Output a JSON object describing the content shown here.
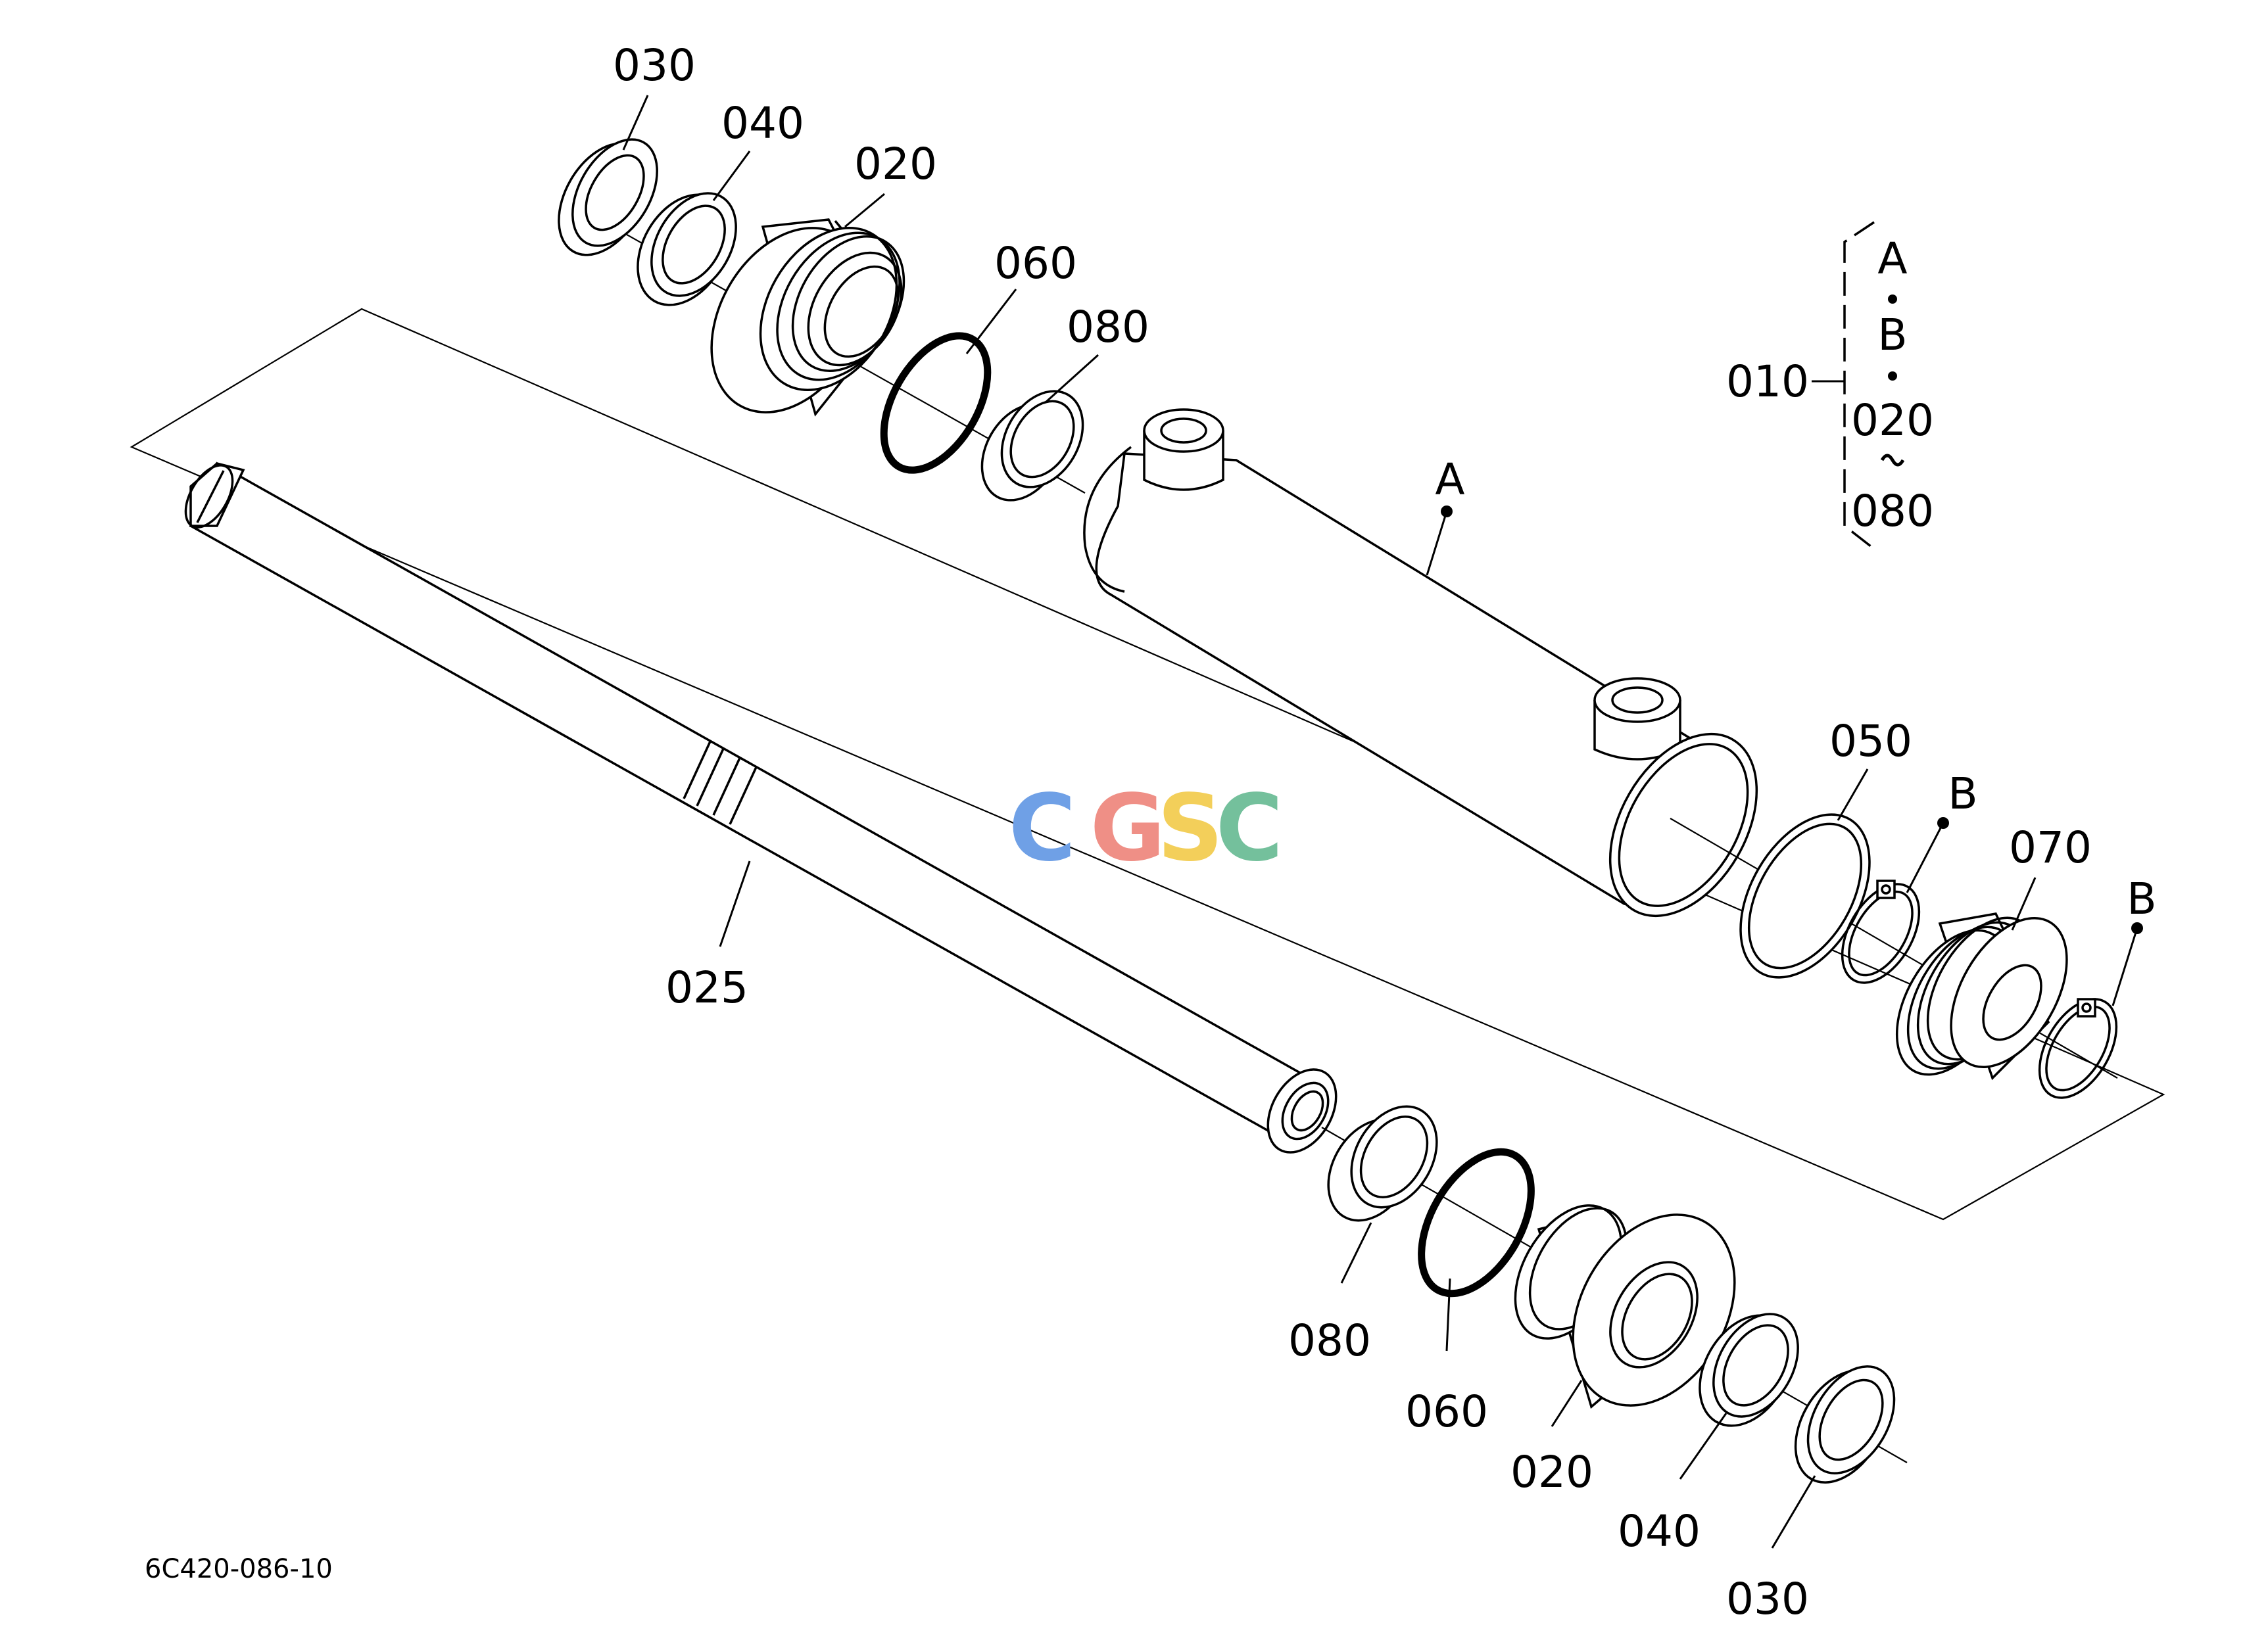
{
  "diagram_code": "6C420-086-10",
  "watermark": {
    "letters": [
      "C",
      "G",
      "S",
      "C"
    ],
    "colors": [
      "#6fa0e6",
      "#ef8f86",
      "#f3cf5a",
      "#74c09c"
    ]
  },
  "assembly_bracket": {
    "part": "010",
    "lines": [
      "A",
      "B",
      "020",
      "080"
    ]
  },
  "callouts": {
    "top_030": "030",
    "top_040": "040",
    "top_020": "020",
    "top_060": "060",
    "top_080": "080",
    "tube": "A",
    "rod": "025",
    "seal_050": "050",
    "ring_b1": "B",
    "piston_070": "070",
    "ring_b2": "B",
    "bot_080": "080",
    "bot_060": "060",
    "bot_020": "020",
    "bot_040": "040",
    "bot_030": "030"
  }
}
